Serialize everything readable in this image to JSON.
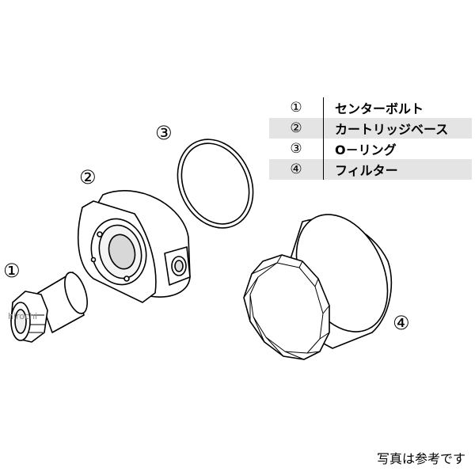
{
  "legend": {
    "items": [
      {
        "num": "①",
        "label": "センターボルト"
      },
      {
        "num": "②",
        "label": "カートリッジベース"
      },
      {
        "num": "③",
        "label": "O－リング"
      },
      {
        "num": "④",
        "label": "フィルター"
      }
    ]
  },
  "callouts": {
    "c1": "①",
    "c2": "②",
    "c3": "③",
    "c4": "④"
  },
  "watermark": "hirochi",
  "footnote": "写真は参考です"
}
